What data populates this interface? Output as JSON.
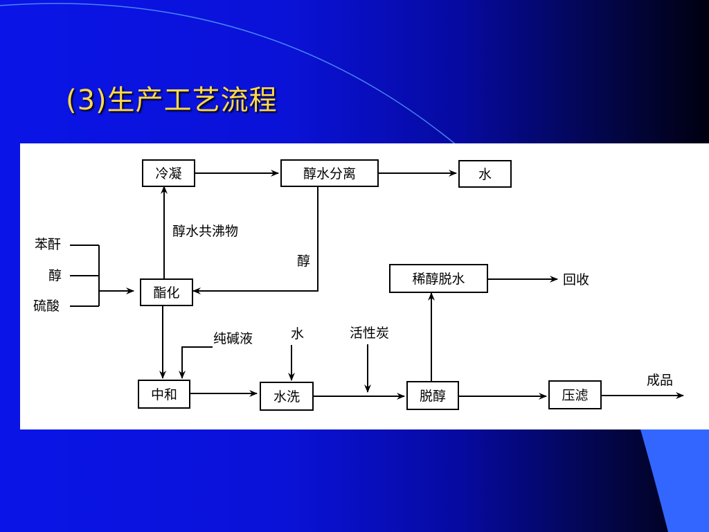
{
  "slide": {
    "title": "(3)生产工艺流程"
  },
  "diagram": {
    "nodes": {
      "cooling": "冷凝",
      "separation": "醇水分离",
      "water_out": "水",
      "esterify": "酯化",
      "neutralize": "中和",
      "wash": "水洗",
      "dealcohol": "脱醇",
      "filter": "压滤",
      "dehydrate": "稀醇脱水"
    },
    "labels": {
      "anhydride": "苯酐",
      "alcohol": "醇",
      "sulfuric": "硫酸",
      "azeotrope": "醇水共沸物",
      "alcohol_return": "醇",
      "soda": "纯碱液",
      "water_in": "水",
      "carbon": "活性炭",
      "recycle": "回收",
      "product": "成品"
    }
  }
}
